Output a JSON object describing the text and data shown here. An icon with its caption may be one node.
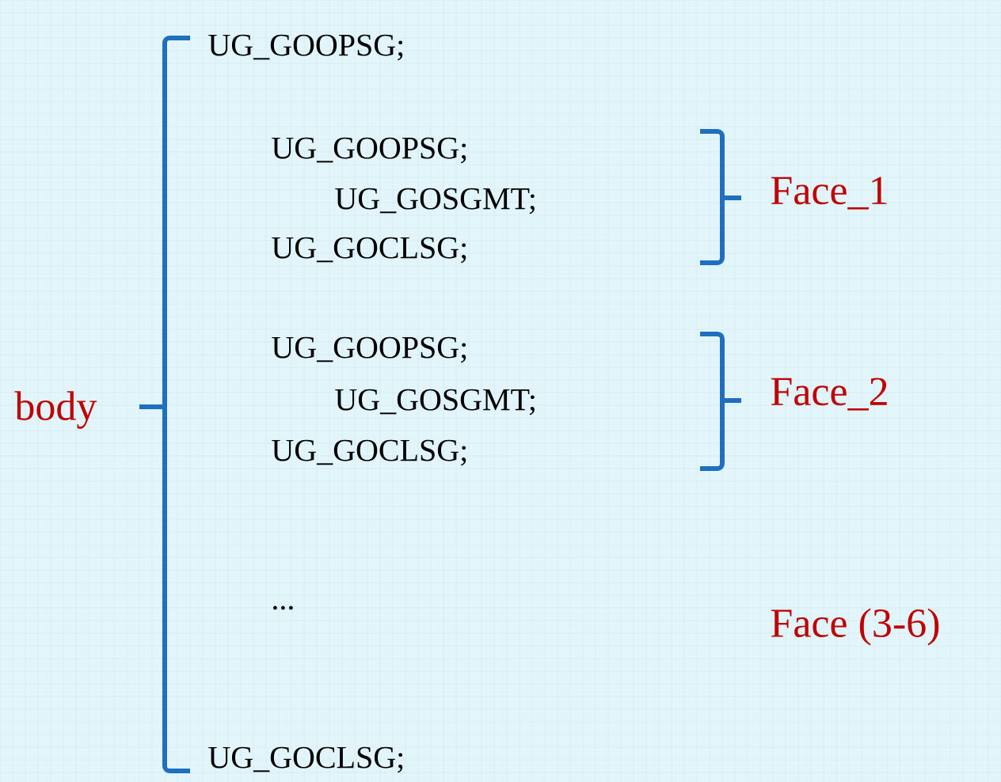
{
  "diagram": {
    "labels": [
      "UG_GOOPSG;",
      "UG_GOOPSG;",
      "Face_1",
      "UG_GOSGMT;",
      "UG_GOCLSG;",
      "UG_GOOPSG;",
      "UG_GOSGMT;",
      "body",
      "Face_2",
      "UG_GOCLSG;",
      "...",
      "Face (3-6)",
      "UG_GOCLSG;"
    ]
  }
}
